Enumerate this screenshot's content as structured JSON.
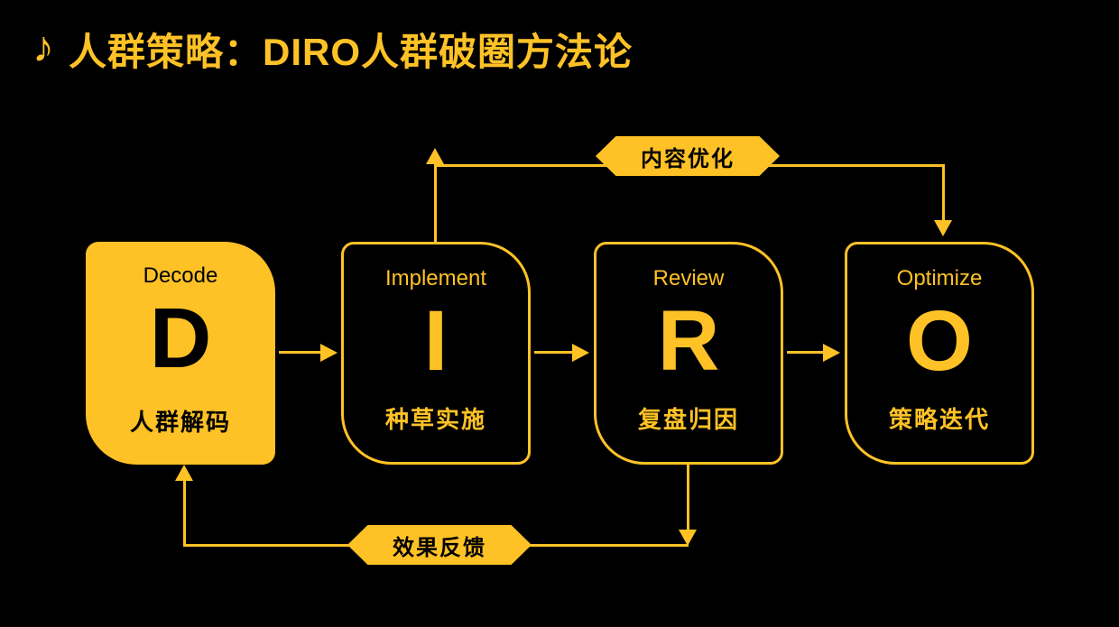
{
  "colors": {
    "background": "#000000",
    "accent": "#FFC226",
    "box_text_dark": "#000000"
  },
  "title": {
    "icon": "music-note-icon",
    "icon_glyph": "♪",
    "text": "人群策略：DIRO人群破圈方法论"
  },
  "flow": {
    "steps": [
      {
        "en": "Decode",
        "letter": "D",
        "zh": "人群解码",
        "style": "filled"
      },
      {
        "en": "Implement",
        "letter": "I",
        "zh": "种草实施",
        "style": "outline"
      },
      {
        "en": "Review",
        "letter": "R",
        "zh": "复盘归因",
        "style": "outline"
      },
      {
        "en": "Optimize",
        "letter": "O",
        "zh": "策略迭代",
        "style": "outline"
      }
    ],
    "top_loop_label": "内容优化",
    "bottom_loop_label": "效果反馈"
  }
}
